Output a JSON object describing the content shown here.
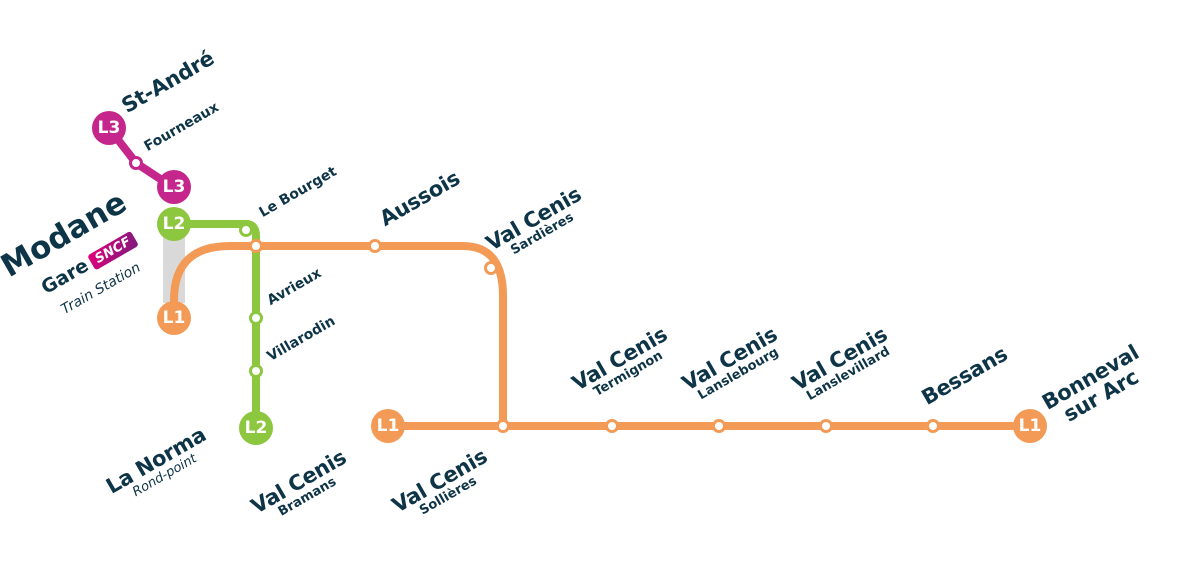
{
  "colors": {
    "L1": "#f39b56",
    "L2": "#8dc63f",
    "L3": "#c4268c",
    "text": "#0d3447",
    "connector": "#d9d9d9"
  },
  "lines": {
    "L1": {
      "label": "L1"
    },
    "L2": {
      "label": "L2"
    },
    "L3": {
      "label": "L3"
    }
  },
  "modane": {
    "name": "Modane",
    "gare": "Gare",
    "sncf": "SNCF",
    "train_station": "Train Station"
  },
  "stations": {
    "st_andre": "St-André",
    "fourneaux": "Fourneaux",
    "le_bourget": "Le Bourget",
    "aussois": "Aussois",
    "sardieres": {
      "name": "Val Cenis",
      "sub": "Sardières"
    },
    "avrieux": "Avrieux",
    "villarodin": "Villarodin",
    "la_norma": {
      "name": "La Norma",
      "sub": "Rond-point"
    },
    "bramans": {
      "name": "Val Cenis",
      "sub": "Bramans"
    },
    "sollieres": {
      "name": "Val Cenis",
      "sub": "Sollières"
    },
    "termignon": {
      "name": "Val Cenis",
      "sub": "Termignon"
    },
    "lanslebourg": {
      "name": "Val Cenis",
      "sub": "Lanslebourg"
    },
    "lanslevillard": {
      "name": "Val Cenis",
      "sub": "Lanslevillard"
    },
    "bessans": "Bessans",
    "bonneval": {
      "line1": "Bonneval",
      "line2": "sur Arc"
    }
  }
}
